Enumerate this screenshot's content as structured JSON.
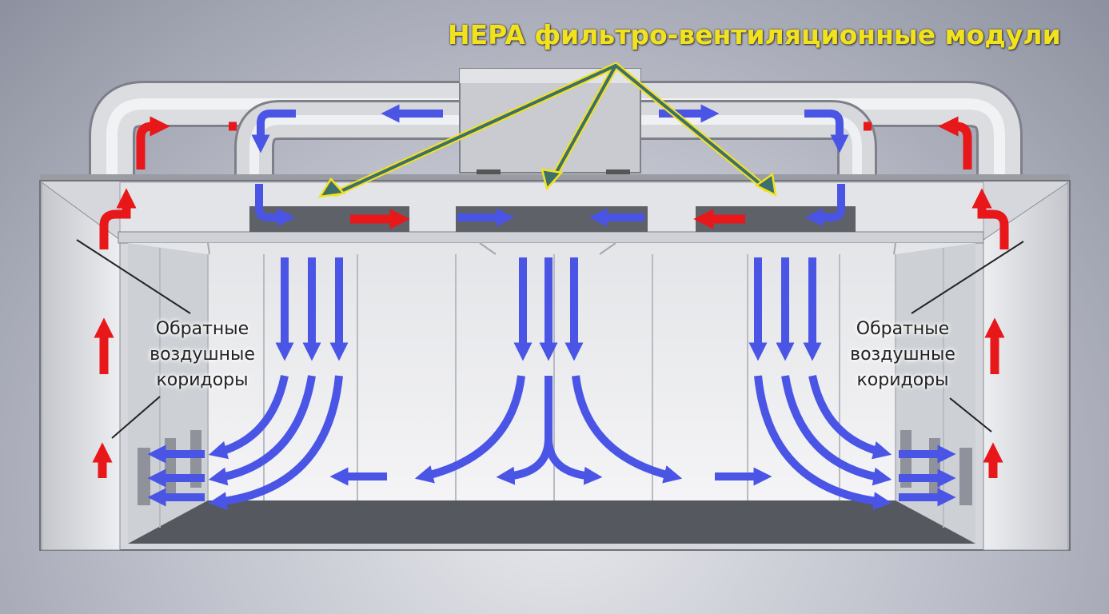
{
  "title": "HEPA фильтро-вентиляционные модули",
  "corridor_label_left": [
    "Обратные",
    "воздушные",
    "коридоры"
  ],
  "corridor_label_right": [
    "Обратные",
    "воздушные",
    "коридоры"
  ],
  "colors": {
    "supply_air": "#4a55e6",
    "return_air": "#e8171a",
    "callout_fill": "#3d6f6c",
    "callout_outline": "#f2e21e",
    "title_text": "#f2e21e"
  }
}
